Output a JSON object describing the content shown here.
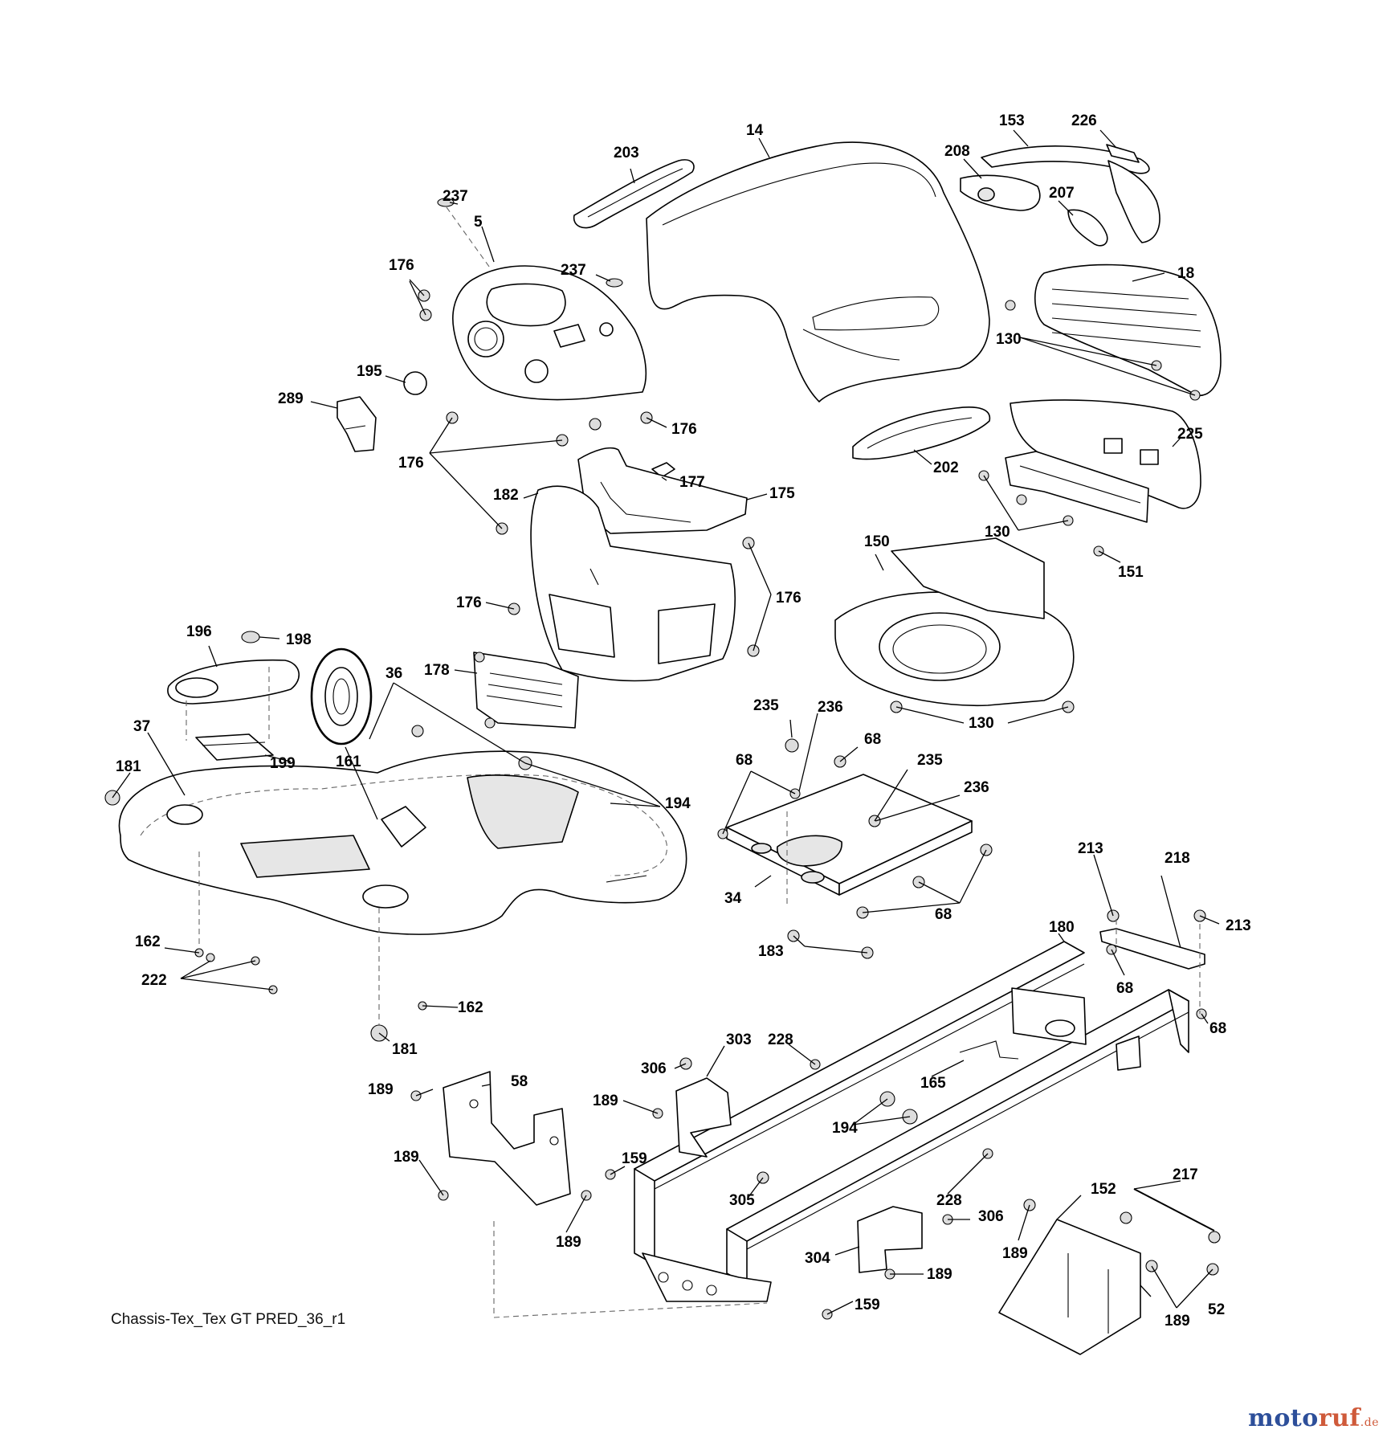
{
  "diagram": {
    "caption": "Chassis-Tex_Tex GT PRED_36_r1",
    "callouts": [
      "14",
      "203",
      "237",
      "5",
      "176",
      "237",
      "195",
      "289",
      "176",
      "176",
      "153",
      "226",
      "208",
      "207",
      "18",
      "130",
      "202",
      "225",
      "130",
      "151",
      "182",
      "177",
      "175",
      "176",
      "176",
      "150",
      "130",
      "196",
      "198",
      "178",
      "36",
      "37",
      "181",
      "161",
      "199",
      "194",
      "235",
      "236",
      "68",
      "68",
      "235",
      "236",
      "34",
      "68",
      "183",
      "162",
      "222",
      "162",
      "181",
      "213",
      "218",
      "213",
      "68",
      "68",
      "180",
      "303",
      "228",
      "306",
      "189",
      "58",
      "189",
      "165",
      "194",
      "189",
      "189",
      "159",
      "305",
      "228",
      "304",
      "306",
      "189",
      "189",
      "159",
      "152",
      "217",
      "189",
      "52"
    ],
    "watermark": {
      "brand_a": "moto",
      "brand_b": "ruf",
      "suffix": ".de",
      "colors": {
        "primary": "#2d4f9a",
        "secondary": "#cf5a3a"
      }
    }
  }
}
